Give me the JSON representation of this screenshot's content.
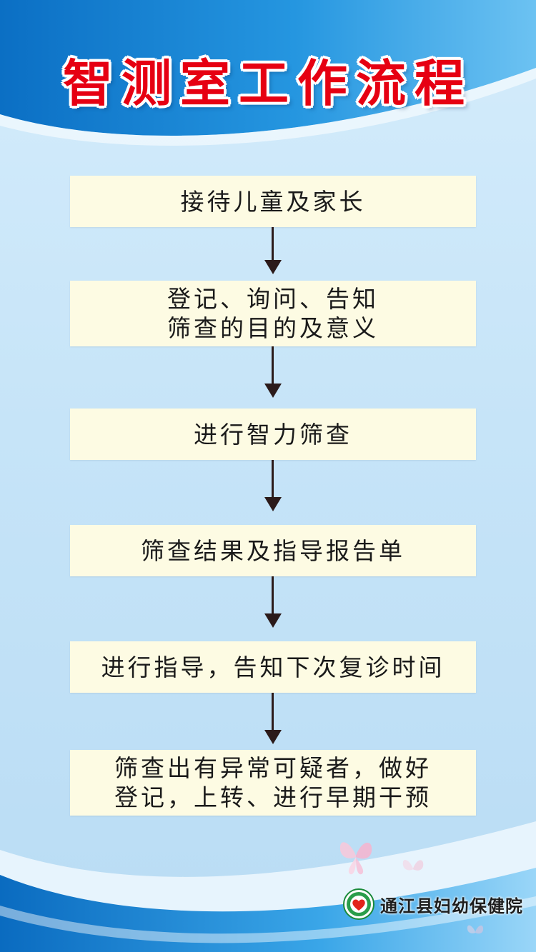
{
  "title": "智测室工作流程",
  "steps": [
    {
      "lines": [
        "接待儿童及家长"
      ]
    },
    {
      "lines": [
        "登记、询问、告知",
        "筛查的目的及意义"
      ]
    },
    {
      "lines": [
        "进行智力筛查"
      ]
    },
    {
      "lines": [
        "筛查结果及指导报告单"
      ]
    },
    {
      "lines": [
        "进行指导，告知下次复诊时间"
      ]
    },
    {
      "lines": [
        "筛查出有异常可疑者，做好",
        "登记，上转、进行早期干预"
      ]
    }
  ],
  "footer": {
    "org_name": "通江县妇幼保健院",
    "logo_icon": "hospital-heart-emblem-icon"
  },
  "colors": {
    "title": "#e60012",
    "box_fill": "#fdfbe3",
    "arrow": "#2b1a1a",
    "band_dark": "#0a74c8",
    "band_light": "#5cb8f0"
  }
}
